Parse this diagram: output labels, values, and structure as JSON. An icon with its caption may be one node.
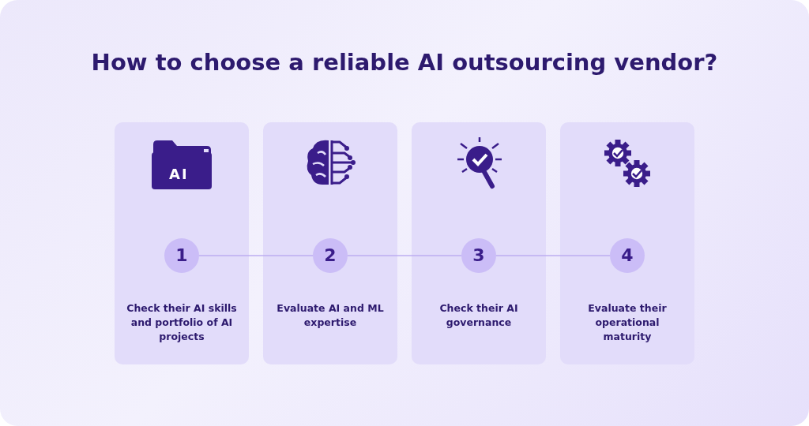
{
  "diagram": {
    "title": "How to choose a reliable AI outsourcing vendor?",
    "nodes": [
      {
        "text": [
          "Check their AI skills and portfolio of AI projects"
        ]
      },
      {
        "text": [
          "1"
        ],
        "in": 0
      },
      {
        "text": [
          "Evaluate AI and ML expertise"
        ]
      },
      {
        "text": [
          "2"
        ],
        "in": 2
      },
      {
        "text": [
          "Check their AI governance"
        ]
      },
      {
        "text": [
          "3"
        ],
        "in": 4
      },
      {
        "text": [
          "Evaluate their operational maturity"
        ]
      },
      {
        "text": [
          "4"
        ],
        "in": 6
      }
    ],
    "edges": [
      {
        "from": 1,
        "to": 3,
        "arrow": "none"
      },
      {
        "from": 3,
        "to": 5,
        "arrow": "none"
      },
      {
        "from": 5,
        "to": 7,
        "arrow": "none"
      }
    ],
    "labels": [
      "AI"
    ]
  }
}
